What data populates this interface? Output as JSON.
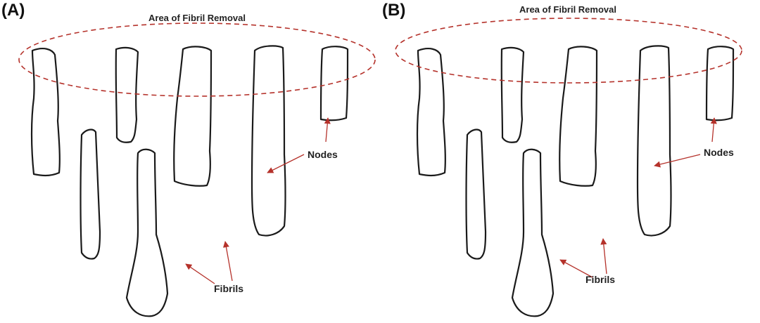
{
  "colors": {
    "accent": "#b5322b",
    "ink": "#1a1a1a"
  },
  "panels": [
    {
      "label": "(A)",
      "area_label": "Area of Fibril Removal",
      "nodes_label": "Nodes",
      "fibrils_label": "Fibrils",
      "fibrils_in_removal_area": true
    },
    {
      "label": "(B)",
      "area_label": "Area of Fibril Removal",
      "nodes_label": "Nodes",
      "fibrils_label": "Fibrils",
      "fibrils_in_removal_area": false
    }
  ]
}
